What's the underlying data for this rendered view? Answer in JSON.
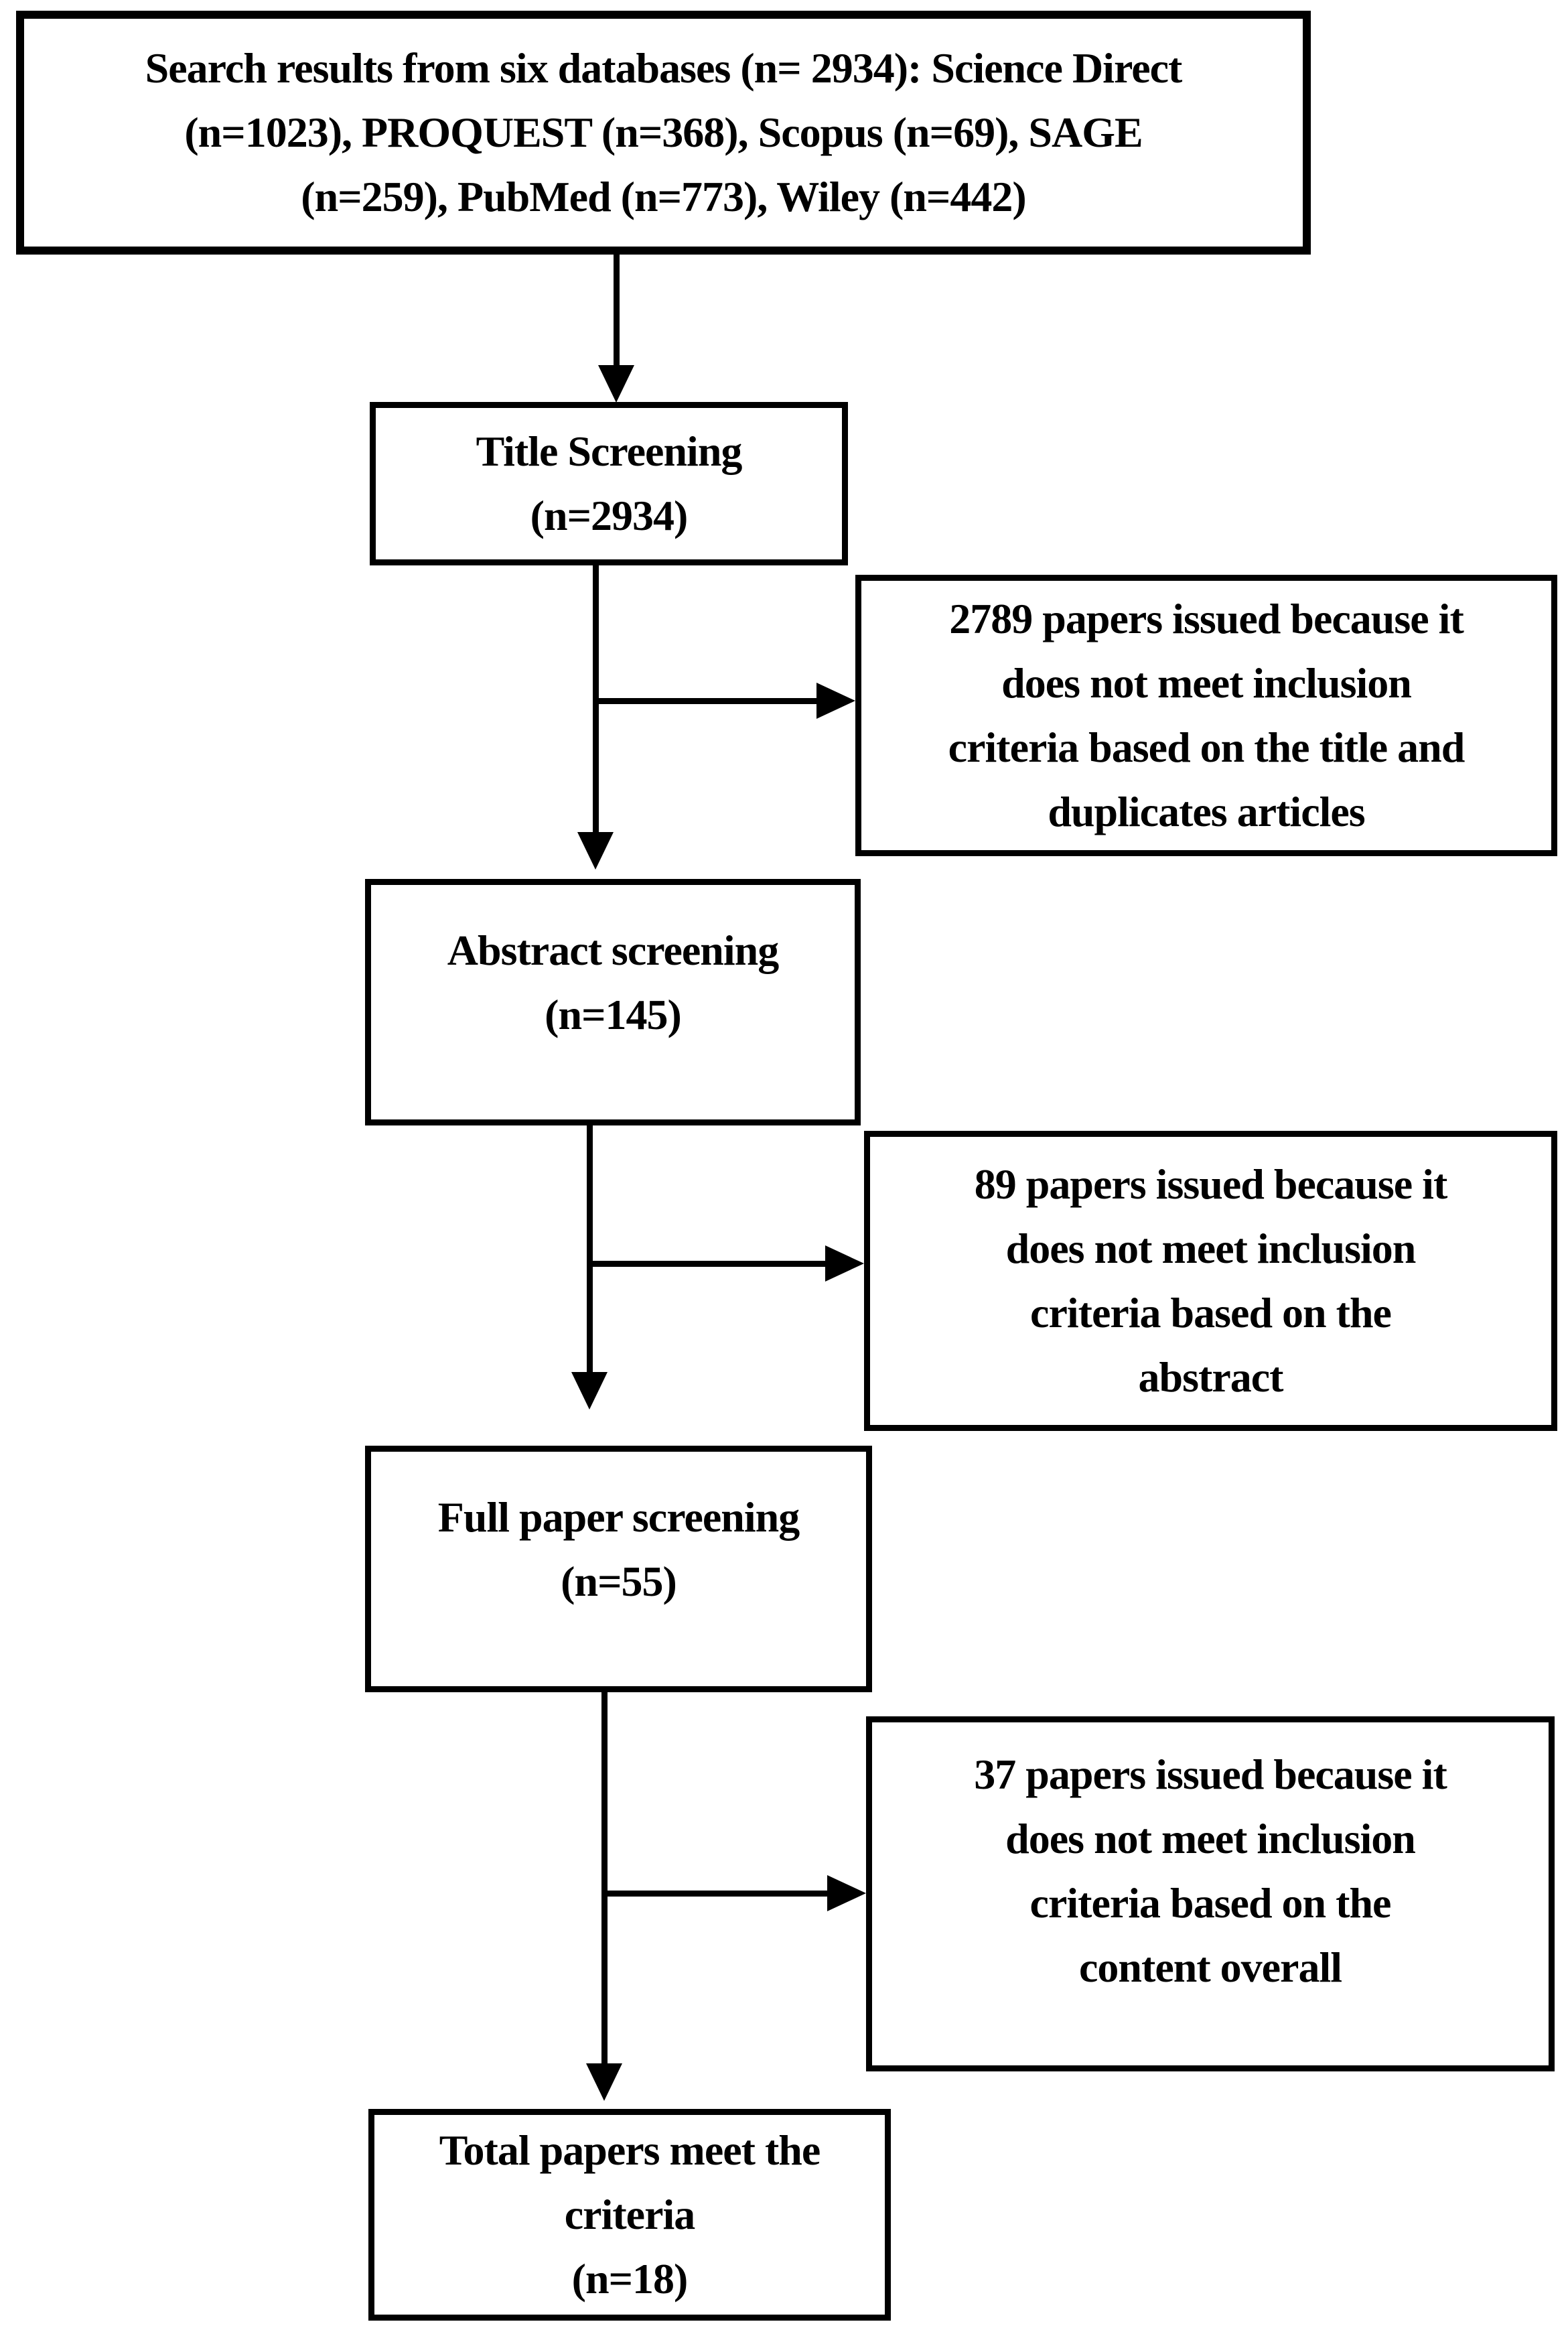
{
  "diagram": {
    "colors": {
      "background": "#ffffff",
      "line": "#000000",
      "text": "#000000"
    },
    "nodes": {
      "search_results": {
        "text": "Search results from six databases (n= 2934): Science Direct\n(n=1023), PROQUEST (n=368), Scopus (n=69), SAGE\n(n=259), PubMed (n=773), Wiley (n=442)"
      },
      "title_screening": {
        "text": "Title Screening\n(n=2934)"
      },
      "excluded_title": {
        "text": "2789 papers issued because it\ndoes not meet inclusion\ncriteria based on the title and\nduplicates articles"
      },
      "abstract_screening": {
        "text": "Abstract screening\n(n=145)"
      },
      "excluded_abstract": {
        "text": "89 papers issued because it\ndoes not meet inclusion\ncriteria based on the\nabstract"
      },
      "full_paper_screening": {
        "text": "Full paper screening\n(n=55)"
      },
      "excluded_full_paper": {
        "text": "37 papers issued because it\ndoes not meet inclusion\ncriteria based on the\ncontent overall"
      },
      "total_included": {
        "text": "Total papers meet the\ncriteria\n(n=18)"
      }
    },
    "edges": [
      {
        "from": "search_results",
        "to": "title_screening"
      },
      {
        "from": "title_screening",
        "to": "excluded_title"
      },
      {
        "from": "title_screening",
        "to": "abstract_screening"
      },
      {
        "from": "abstract_screening",
        "to": "excluded_abstract"
      },
      {
        "from": "abstract_screening",
        "to": "full_paper_screening"
      },
      {
        "from": "full_paper_screening",
        "to": "excluded_full_paper"
      },
      {
        "from": "full_paper_screening",
        "to": "total_included"
      }
    ]
  }
}
